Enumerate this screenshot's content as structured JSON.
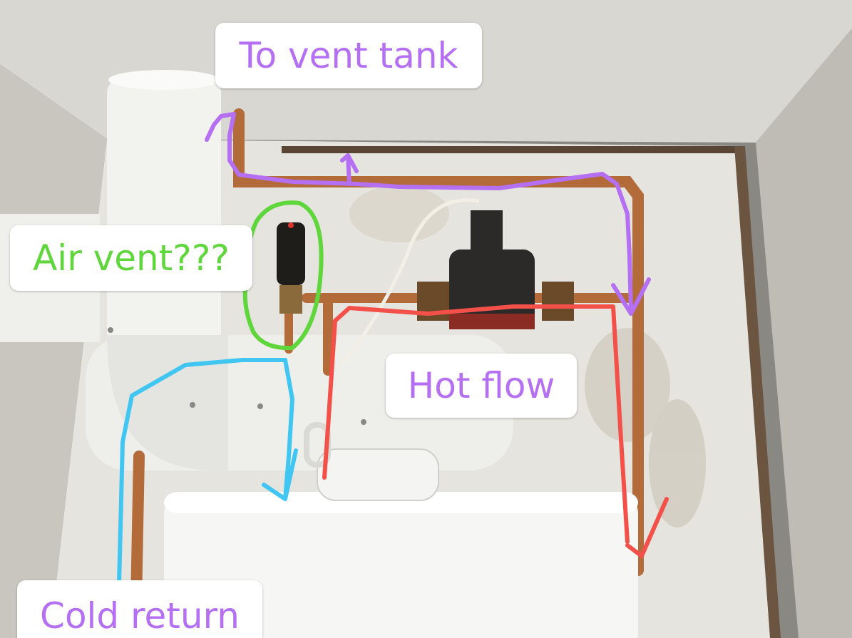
{
  "annotations": {
    "vent_tank": {
      "text": "To vent tank",
      "color": "#b46ff3"
    },
    "air_vent": {
      "text": "Air vent???",
      "color": "#5fd63b"
    },
    "hot_flow": {
      "text": "Hot flow",
      "color": "#b46ff3"
    },
    "cold_return": {
      "text": "Cold return",
      "color": "#b46ff3"
    }
  },
  "stroke_colors": {
    "vent_path": "#b46ff3",
    "air_vent_circle": "#5fd63b",
    "hot_flow_path": "#f4504a",
    "cold_return_path": "#41c6f2"
  }
}
